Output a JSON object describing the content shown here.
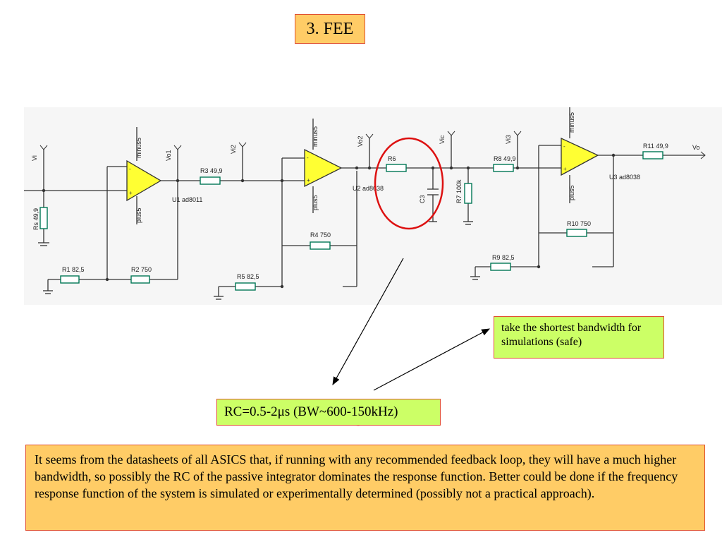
{
  "title": "3. FEE",
  "schematic": {
    "labels": {
      "vi": "Vi",
      "vo1": "Vo1",
      "vi2": "Vi2",
      "vo2": "Vo2",
      "vic": "Vic",
      "vi3": "Vi3",
      "vo": "Vo",
      "rs": "Rs 49,9",
      "r1": "R1 82,5",
      "r2": "R2 750",
      "r3": "R3 49,9",
      "r4": "R4 750",
      "r5": "R5 82,5",
      "r6": "R6",
      "r7": "R7 100k",
      "r8": "R8 49,9",
      "r9": "R9 82,5",
      "r10": "R10 750",
      "r11": "R11 49,9",
      "c3": "C3",
      "u1": "U1 ad8011",
      "u2": "U2 ad8038",
      "u3": "U3 ad8038",
      "minus": "minus5",
      "plus": "plus5"
    }
  },
  "note": "take the shortest bandwidth for simulations (safe)",
  "rc": {
    "prefix": "RC=0.5-2μs (BW~",
    "highlight": "600",
    "suffix": "-150kHz)"
  },
  "body": "It seems from the datasheets of all ASICS that, if running with any recommended feedback loop, they will have a much higher bandwidth, so possibly the RC of the passive integrator dominates the response function. Better could be done if the frequency response function of the system is simulated or experimentally determined (possibly not a practical approach).",
  "colors": {
    "title_bg": "#ffcc66",
    "box_border": "#e05030",
    "note_bg": "#ccff66",
    "opamp_fill": "#ffff33",
    "wire": "#333333",
    "component": "#009966",
    "highlight_circle": "#dd1111"
  }
}
